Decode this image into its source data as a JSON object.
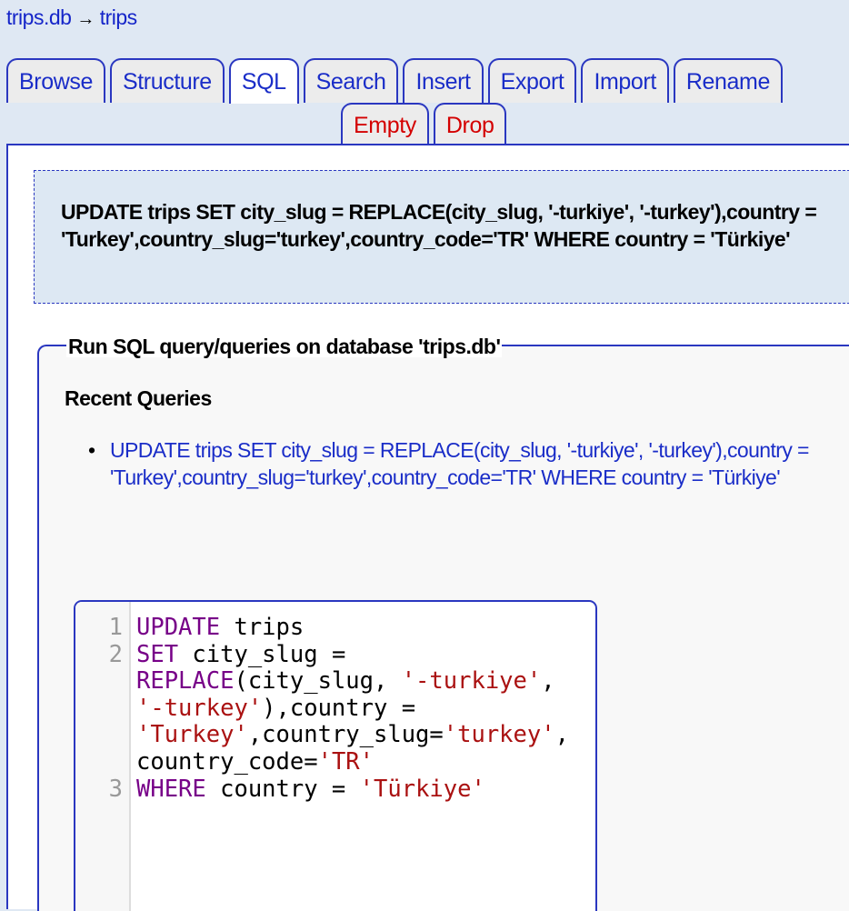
{
  "breadcrumb": {
    "db": "trips.db",
    "arrow": "→",
    "table": "trips"
  },
  "tabs": [
    "Browse",
    "Structure",
    "SQL",
    "Search",
    "Insert",
    "Export",
    "Import",
    "Rename"
  ],
  "active_tab": "SQL",
  "danger_tabs": [
    "Empty",
    "Drop"
  ],
  "executed_query": "UPDATE trips SET city_slug = REPLACE(city_slug, '-turkiye', '-turkey'),country = 'Turkey',country_slug='turkey',country_code='TR' WHERE country = 'Türkiye'",
  "form": {
    "legend": "Run SQL query/queries on database 'trips.db'",
    "recent_title": "Recent Queries",
    "recent_queries": [
      "UPDATE trips SET city_slug = REPLACE(city_slug, '-turkiye', '-turkey'),country = 'Turkey',country_slug='turkey',country_code='TR' WHERE country = 'Türkiye'"
    ]
  },
  "editor": {
    "rows": [
      {
        "num": "1",
        "tokens": [
          [
            "kw",
            "UPDATE"
          ],
          [
            "plain",
            " trips"
          ]
        ]
      },
      {
        "num": "2",
        "tokens": [
          [
            "kw",
            "SET"
          ],
          [
            "plain",
            " city_slug ="
          ]
        ]
      },
      {
        "num": "",
        "tokens": [
          [
            "kw",
            "REPLACE"
          ],
          [
            "plain",
            "(city_slug, "
          ],
          [
            "str",
            "'-turkiye'"
          ],
          [
            "plain",
            ","
          ]
        ]
      },
      {
        "num": "",
        "tokens": [
          [
            "str",
            "'-turkey'"
          ],
          [
            "plain",
            "),country ="
          ]
        ]
      },
      {
        "num": "",
        "tokens": [
          [
            "str",
            "'Turkey'"
          ],
          [
            "plain",
            ",country_slug="
          ],
          [
            "str",
            "'turkey'"
          ],
          [
            "plain",
            ","
          ]
        ]
      },
      {
        "num": "",
        "tokens": [
          [
            "plain",
            "country_code="
          ],
          [
            "str",
            "'TR'"
          ]
        ]
      },
      {
        "num": "3",
        "tokens": [
          [
            "kw",
            "WHERE"
          ],
          [
            "plain",
            " country = "
          ],
          [
            "str",
            "'Türkiye'"
          ]
        ]
      }
    ]
  },
  "colors": {
    "link": "#1a2dc8",
    "danger": "#d40000",
    "keyword": "#770088",
    "string": "#aa1111"
  }
}
